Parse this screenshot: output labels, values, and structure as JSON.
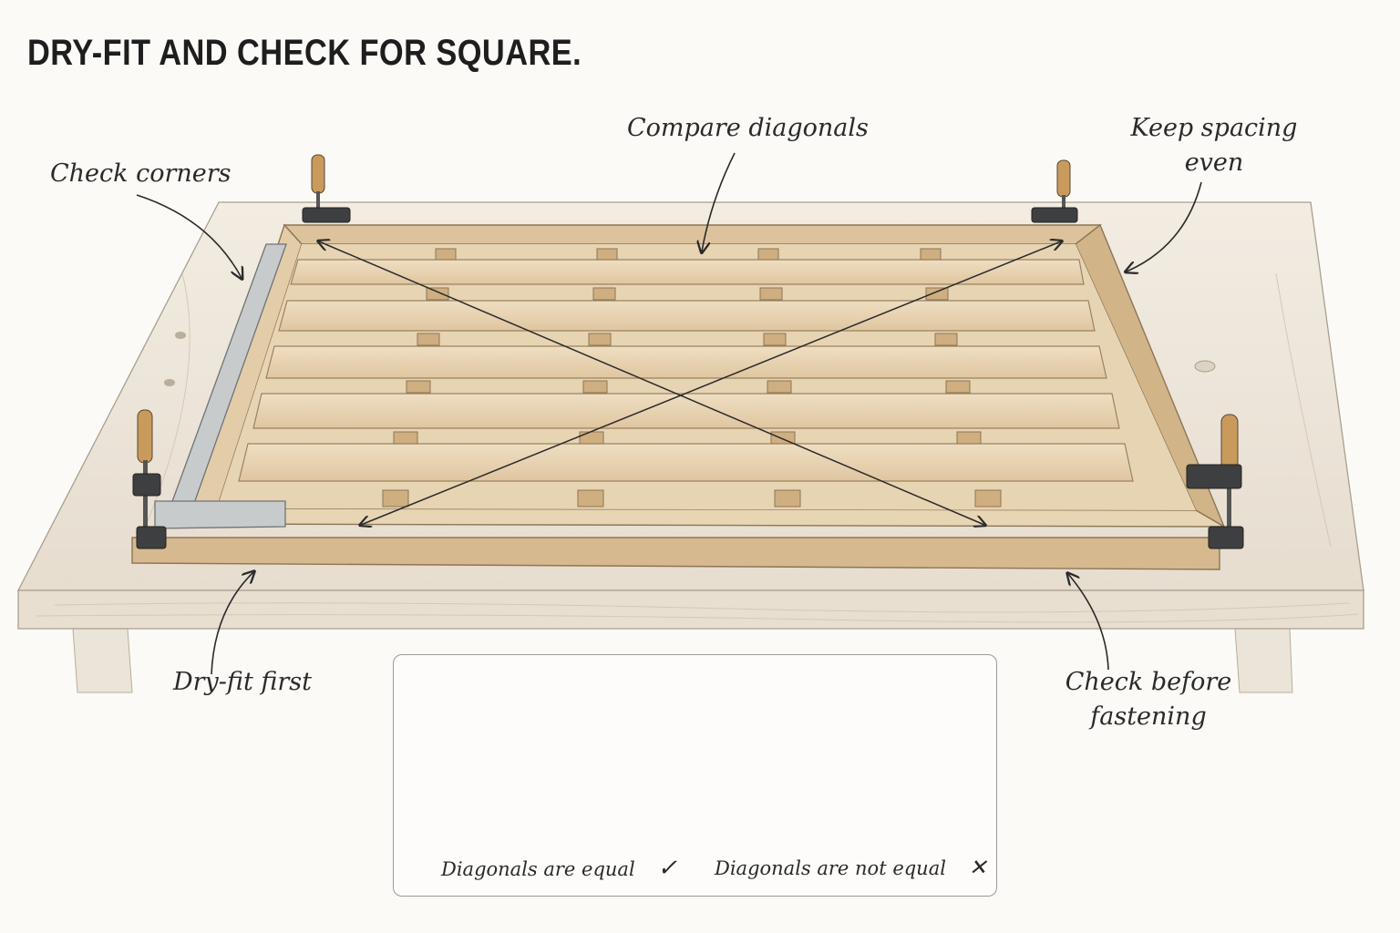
{
  "title": "DRY-FIT AND CHECK FOR SQUARE.",
  "callouts": {
    "check_corners": "Check corners",
    "compare_diagonals": "Compare diagonals",
    "keep_spacing_line1": "Keep spacing",
    "keep_spacing_line2": "even",
    "dry_fit_first": "Dry-fit first",
    "check_before_line1": "Check before",
    "check_before_line2": "fastening"
  },
  "inset": {
    "square_caption": "Diagonals are equal",
    "out_of_square_caption": "Diagonals are not equal",
    "check_mark": "✓",
    "cross_mark": "✕"
  },
  "colors": {
    "wood_light": "#ead7b7",
    "wood_mid": "#dcc39c",
    "wood_dark": "#c9a97c",
    "bench_top": "#efe7da",
    "steel": "#c8cbcc",
    "ink": "#2a2a2a"
  }
}
